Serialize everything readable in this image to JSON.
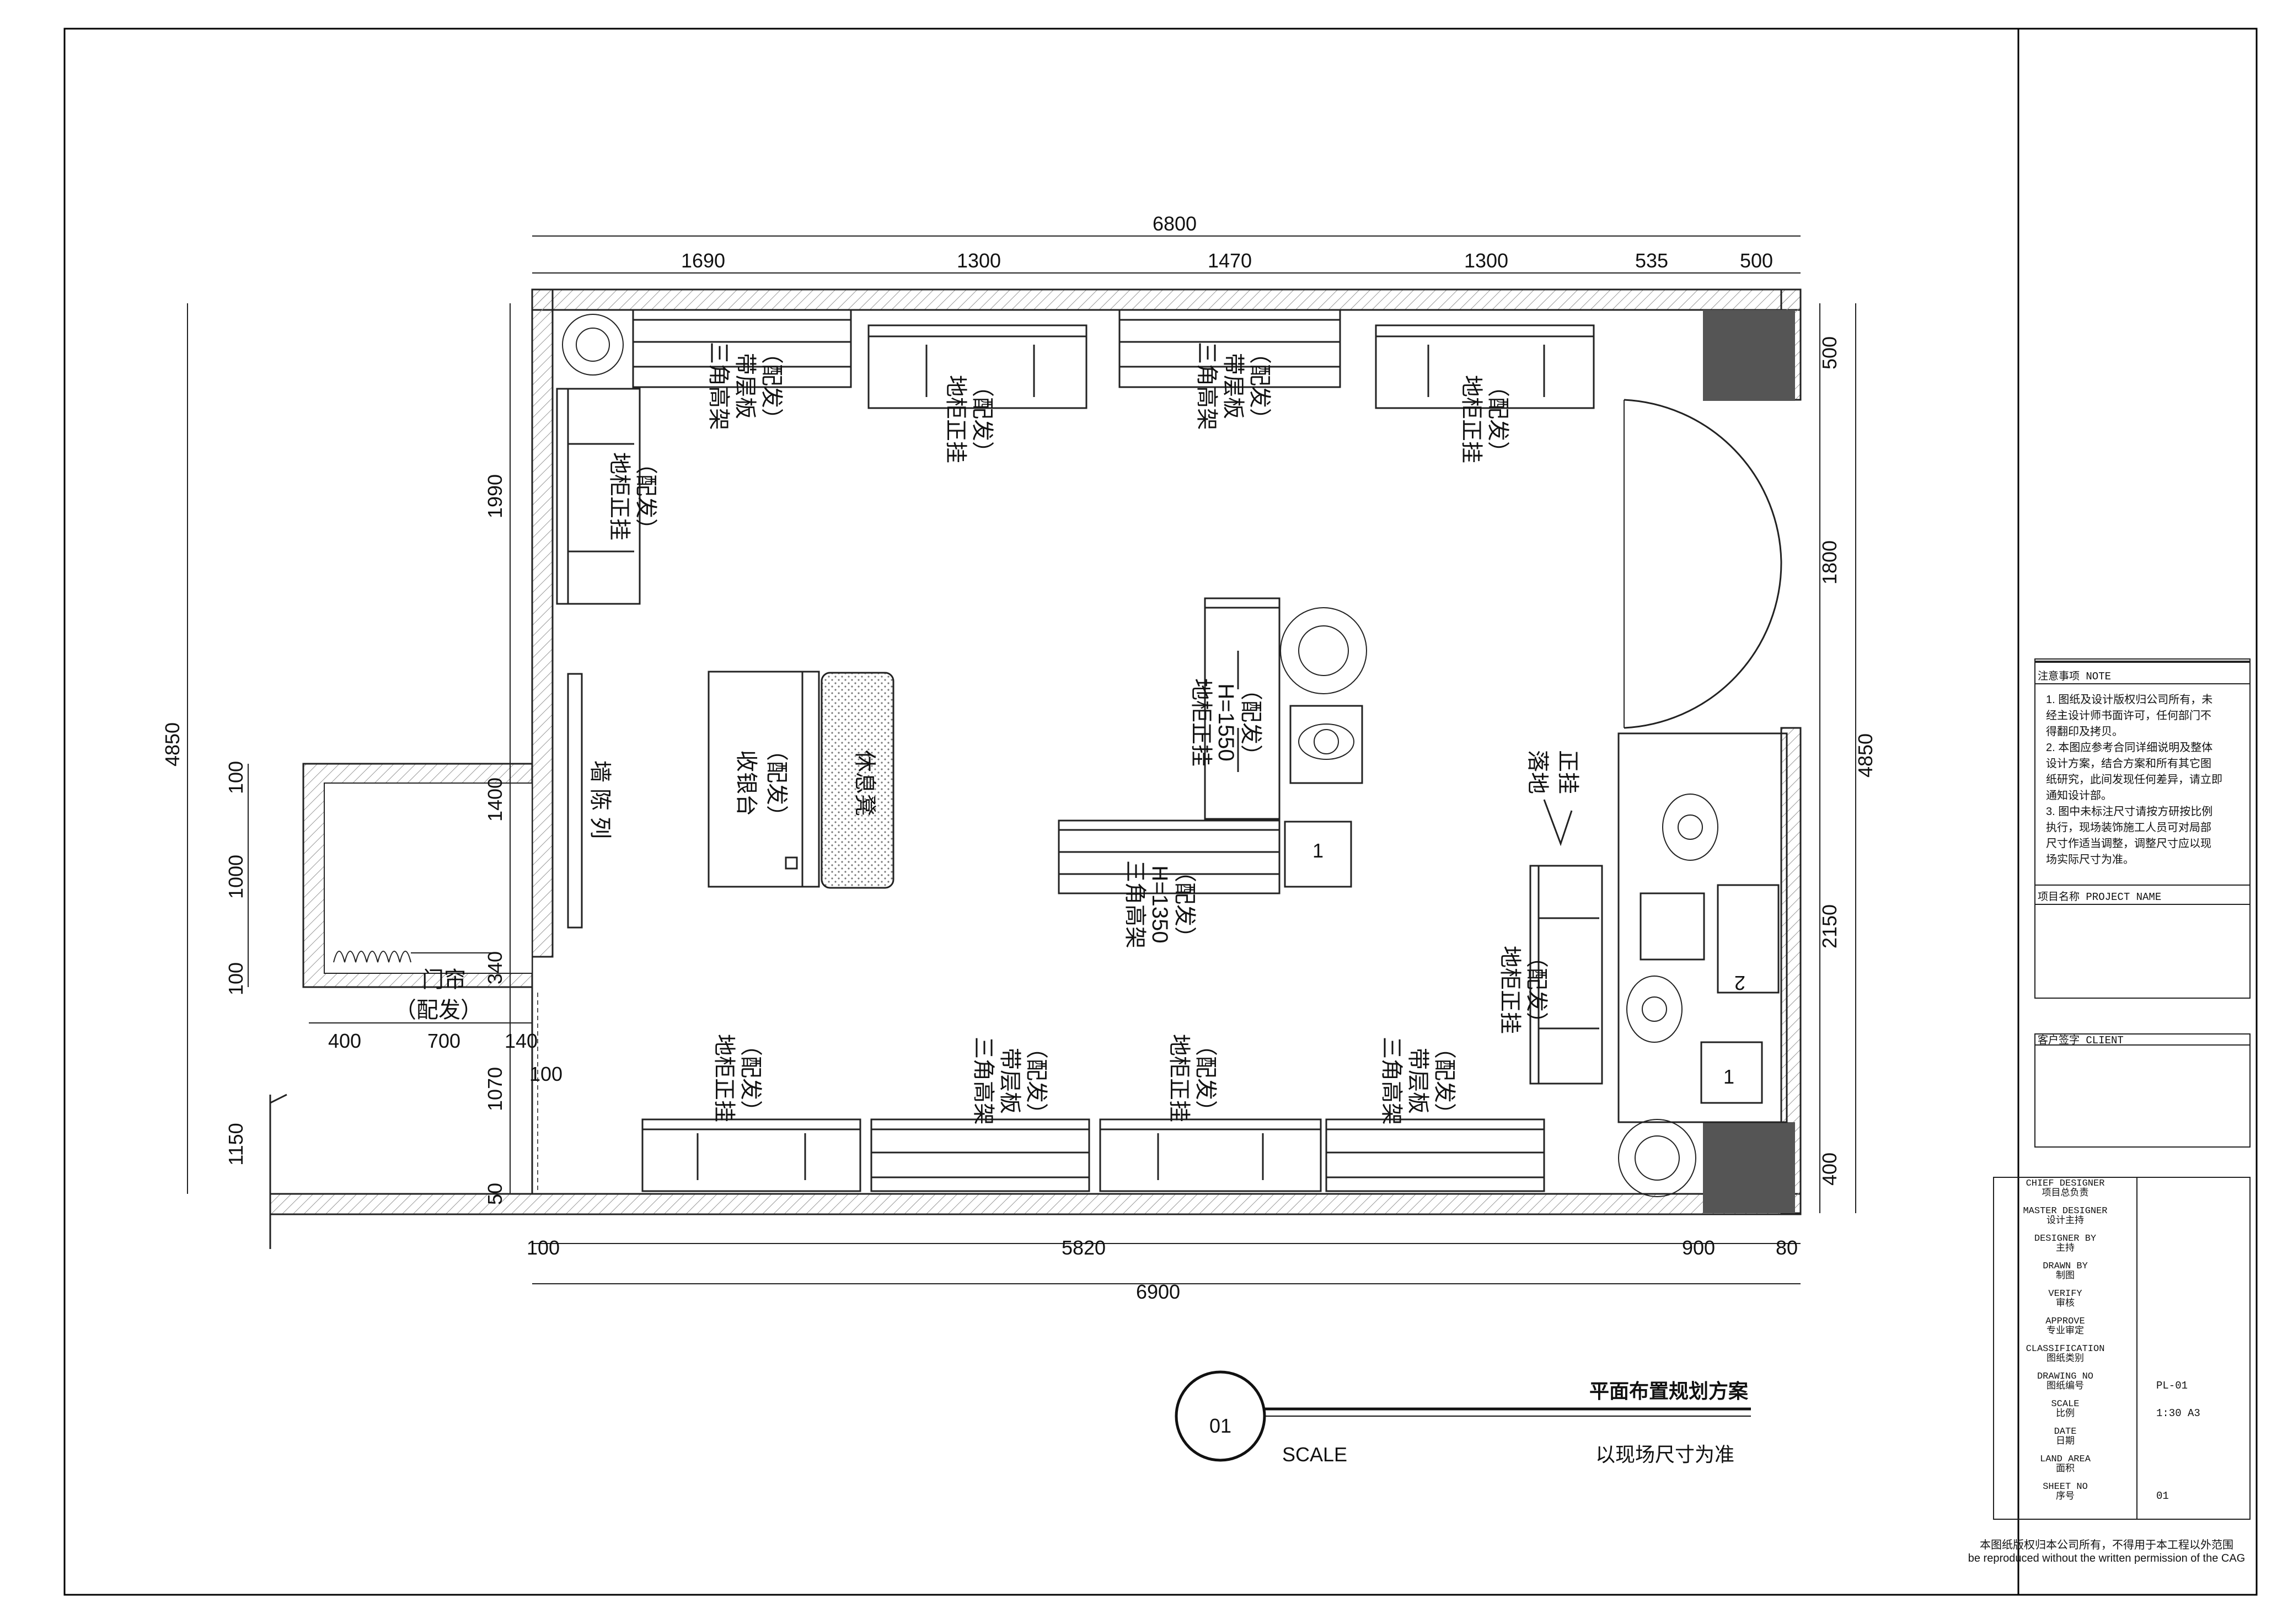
{
  "title_block": {
    "note_header": "注意事项 NOTE",
    "notes": [
      "1. 图纸及设计版权归公司所有，未",
      "经主设计师书面许可，任何部门不",
      "得翻印及拷贝。",
      "2. 本图应参考合同详细说明及整体",
      "设计方案，结合方案和所有其它图",
      "纸研究，此间发现任何差异，请立即",
      "通知设计部。",
      "3. 图中未标注尺寸请按方研按比例",
      "执行，现场装饰施工人员可对局部",
      "尺寸作适当调整，调整尺寸应以现",
      "场实际尺寸为准。"
    ],
    "project_name_label": "项目名称 PROJECT NAME",
    "client_label": "客户签字 CLIENT",
    "rows": [
      {
        "en": "CHIEF DESIGNER",
        "cn": "项目总负责",
        "value": ""
      },
      {
        "en": "MASTER DESIGNER",
        "cn": "设计主持",
        "value": ""
      },
      {
        "en": "DESIGNER BY",
        "cn": "主持",
        "value": ""
      },
      {
        "en": "DRAWN BY",
        "cn": "制图",
        "value": ""
      },
      {
        "en": "VERIFY",
        "cn": "审核",
        "value": ""
      },
      {
        "en": "APPROVE",
        "cn": "专业审定",
        "value": ""
      },
      {
        "en": "CLASSIFICATION",
        "cn": "图纸类别",
        "value": ""
      },
      {
        "en": "DRAWING NO",
        "cn": "图纸编号",
        "value": "PL-01"
      },
      {
        "en": "SCALE",
        "cn": "比例",
        "value": "1:30  A3"
      },
      {
        "en": "DATE",
        "cn": "日期",
        "value": ""
      },
      {
        "en": "LAND AREA",
        "cn": "面积",
        "value": ""
      },
      {
        "en": "SHEET NO",
        "cn": "序号",
        "value": "01"
      }
    ],
    "copyright_cn": "本图纸版权归本公司所有，不得用于本工程以外范围",
    "copyright_en": "be reproduced without the written permission of the CAG"
  },
  "heading": {
    "number": "01",
    "scale_word": "SCALE",
    "title": "平面布置规划方案",
    "subtitle": "以现场尺寸为准"
  },
  "dimensions": {
    "top_total": "6800",
    "top_segments": [
      "1690",
      "1300",
      "1470",
      "1300",
      "535",
      "500"
    ],
    "bottom_total": "6900",
    "bottom_segments": [
      "100",
      "5820",
      "900",
      "80"
    ],
    "left_total": "4850",
    "left_segments": [
      "1990",
      "1400",
      "340",
      "1070",
      "50"
    ],
    "left_small": [
      "100"
    ],
    "annex_vertical": [
      "100",
      "1000",
      "100"
    ],
    "annex_horizontal": [
      "400",
      "700",
      "140"
    ],
    "outer_left": "1150",
    "right_total": "4850",
    "right_segments": [
      "500",
      "1800",
      "2150",
      "400"
    ]
  },
  "labels": {
    "shelf_high": [
      "三角高架",
      "带层板",
      "（配发）"
    ],
    "cabinet": [
      "地柜正挂",
      "（配发）"
    ],
    "center_cabinet": [
      "地柜正挂",
      "H=1550",
      "（配发）"
    ],
    "center_shelf": [
      "三角高架",
      "H=1350",
      "（配发）"
    ],
    "cashier": [
      "收银台",
      "（配发）"
    ],
    "rest_bench": "休息凳",
    "wall_display": "墙 陈 列",
    "curtain": [
      "门帘",
      "（配发）"
    ],
    "floor_rack": [
      "落地",
      "正挂"
    ],
    "mirror_1": "1",
    "mirror_2": "2"
  }
}
